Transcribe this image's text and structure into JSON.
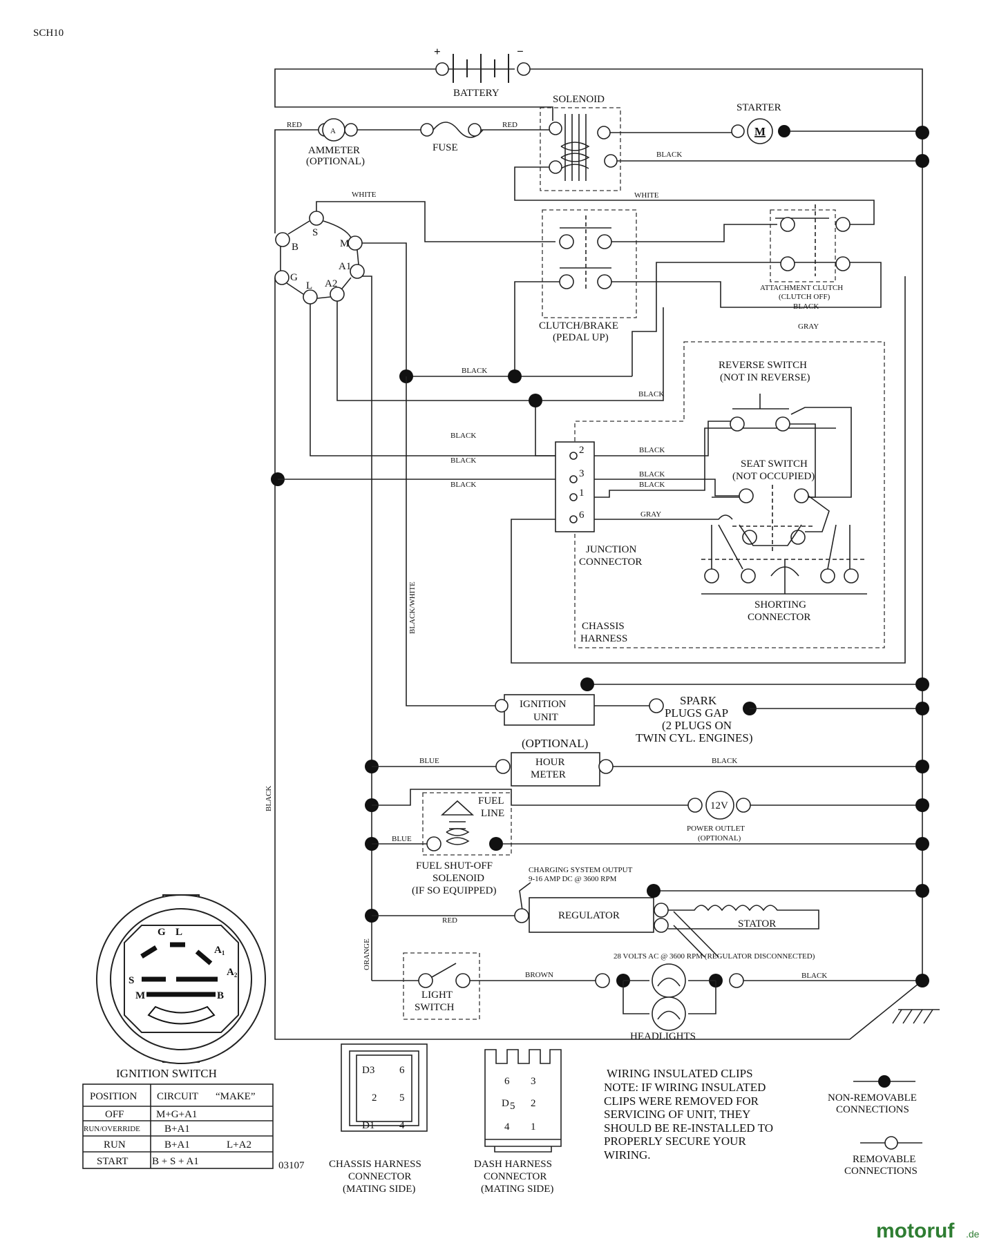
{
  "header": {
    "code": "SCH10",
    "figure_no": "03107",
    "watermark_main": "motoruf",
    "watermark_tld": ".de"
  },
  "components": {
    "battery": "BATTERY",
    "battery_plus": "+",
    "battery_minus": "−",
    "solenoid": "SOLENOID",
    "starter": "STARTER",
    "starter_symbol": "M",
    "ammeter": "AMMETER",
    "ammeter_note": "(OPTIONAL)",
    "ammeter_symbol": "A",
    "fuse": "FUSE",
    "clutch_brake": "CLUTCH/BRAKE",
    "clutch_brake_note": "(PEDAL UP)",
    "attachment_clutch": "ATTACHMENT CLUTCH",
    "attachment_clutch_note": "(CLUTCH OFF)",
    "reverse_switch": "REVERSE SWITCH",
    "reverse_switch_note": "(NOT IN REVERSE)",
    "seat_switch": "SEAT SWITCH",
    "seat_switch_note": "(NOT OCCUPIED)",
    "junction_connector_1": "JUNCTION",
    "junction_connector_2": "CONNECTOR",
    "shorting_connector_1": "SHORTING",
    "shorting_connector_2": "CONNECTOR",
    "chassis_harness_1": "CHASSIS",
    "chassis_harness_2": "HARNESS",
    "ignition_unit_1": "IGNITION",
    "ignition_unit_2": "UNIT",
    "spark_1": "SPARK",
    "spark_2": "PLUGS GAP",
    "spark_3": "(2 PLUGS ON",
    "spark_4": "TWIN CYL. ENGINES)",
    "hour_meter_opt": "(OPTIONAL)",
    "hour_meter_1": "HOUR",
    "hour_meter_2": "METER",
    "fuel_line_1": "FUEL",
    "fuel_line_2": "LINE",
    "power_outlet_symbol": "12V",
    "power_outlet": "POWER OUTLET",
    "power_outlet_note": "(OPTIONAL)",
    "fuel_solenoid_1": "FUEL SHUT-OFF",
    "fuel_solenoid_2": "SOLENOID",
    "fuel_solenoid_3": "(IF SO EQUIPPED)",
    "charging_1": "CHARGING SYSTEM OUTPUT",
    "charging_2": "9-16 AMP DC @ 3600 RPM",
    "regulator": "REGULATOR",
    "stator": "STATOR",
    "stator_note": "28 VOLTS AC @ 3600 RPM (REGULATOR DISCONNECTED)",
    "light_switch_1": "LIGHT",
    "light_switch_2": "SWITCH",
    "headlights": "HEADLIGHTS"
  },
  "ignition_terminals": {
    "S": "S",
    "B": "B",
    "G": "G",
    "L": "L",
    "A2": "A2",
    "A1": "A1",
    "M": "M"
  },
  "junction_pins": {
    "p2": "2",
    "p3": "3",
    "p1": "1",
    "p6": "6"
  },
  "wire_colors": {
    "red": "RED",
    "black": "BLACK",
    "white": "WHITE",
    "gray": "GRAY",
    "blue": "BLUE",
    "black_white": "BLACK/WHITE",
    "orange": "ORANGE",
    "brown": "BROWN"
  },
  "ignition_switch": {
    "title": "IGNITION SWITCH",
    "face_labels": {
      "G": "G",
      "L": "L",
      "A1": "A",
      "A1_sub": "1",
      "A2": "A",
      "A2_sub": "2",
      "S": "S",
      "M": "M",
      "B": "B"
    },
    "table": {
      "headers": [
        "POSITION",
        "CIRCUIT",
        "“MAKE”"
      ],
      "rows": [
        [
          "OFF",
          "M+G+A1",
          ""
        ],
        [
          "RUN/OVERRIDE",
          "B+A1",
          ""
        ],
        [
          "RUN",
          "B+A1",
          "L+A2"
        ],
        [
          "START",
          "B + S + A1",
          ""
        ]
      ]
    }
  },
  "chassis_connector": {
    "pins": [
      "D3",
      "6",
      "2",
      "5",
      "D1",
      "4"
    ],
    "label_1": "CHASSIS HARNESS",
    "label_2": "CONNECTOR",
    "label_3": "(MATING SIDE)"
  },
  "dash_connector": {
    "pins": [
      "6",
      "3",
      "D",
      "5",
      "2",
      "4",
      "1"
    ],
    "label_1": "DASH HARNESS",
    "label_2": "CONNECTOR",
    "label_3": "(MATING SIDE)"
  },
  "notes": {
    "clips_1": "WIRING INSULATED CLIPS",
    "clips_2": "NOTE:  IF WIRING INSULATED",
    "clips_3": "CLIPS WERE REMOVED FOR",
    "clips_4": "SERVICING OF UNIT, THEY",
    "clips_5": "SHOULD BE RE-INSTALLED TO",
    "clips_6": "PROPERLY SECURE YOUR",
    "clips_7": " WIRING."
  },
  "legend": {
    "nonremovable_1": "NON-REMOVABLE",
    "nonremovable_2": "CONNECTIONS",
    "removable_1": "REMOVABLE",
    "removable_2": "CONNECTIONS"
  }
}
